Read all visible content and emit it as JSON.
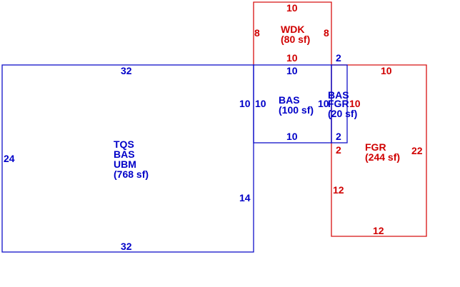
{
  "colors": {
    "building": "#1010c8",
    "addition": "#d81010"
  },
  "areas": [
    {
      "id": "main",
      "lines": [
        "TQS",
        "BAS",
        "UBM",
        "(768 sf)"
      ]
    },
    {
      "id": "bas100",
      "lines": [
        "BAS",
        "(100 sf)"
      ]
    },
    {
      "id": "bas20",
      "lines": [
        "BAS",
        "FGR",
        "(20 sf)"
      ]
    },
    {
      "id": "wdk",
      "lines": [
        "WDK",
        "(80 sf)"
      ]
    },
    {
      "id": "fgr",
      "lines": [
        "FGR",
        "(244 sf)"
      ]
    }
  ],
  "dimensions": {
    "main_top": "32",
    "main_bottom": "32",
    "main_left": "24",
    "main_right": "14",
    "bas_left_outer": "10",
    "bas_left_inner": "10",
    "bas_top": "10",
    "bas_bottom": "10",
    "bas_right": "10",
    "strip_top": "2",
    "strip_bottom": "2",
    "wdk_top": "10",
    "wdk_left": "8",
    "wdk_right": "8",
    "wdk_bottom": "10",
    "fgr_top": "10",
    "fgr_right_top": "10",
    "fgr_right": "22",
    "fgr_left_top": "2",
    "fgr_left": "12",
    "fgr_bottom": "12"
  }
}
